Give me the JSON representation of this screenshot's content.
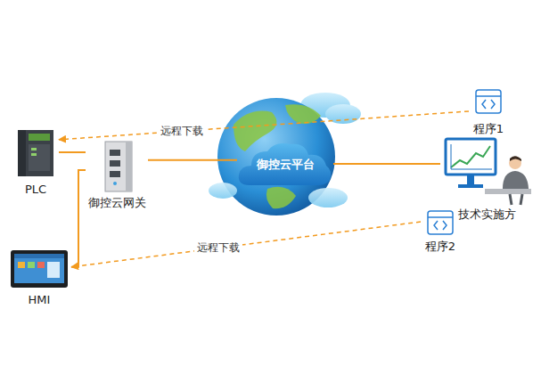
{
  "diagram": {
    "nodes": [
      {
        "text": [
          "PLC"
        ]
      },
      {
        "text": [
          "御控云网关"
        ]
      },
      {
        "text": [
          "HMI"
        ]
      },
      {
        "text": [
          "御控云平台"
        ]
      },
      {
        "text": [
          "程序1"
        ]
      },
      {
        "text": [
          "技术实施方"
        ]
      },
      {
        "text": [
          "程序2"
        ]
      }
    ],
    "edges": [
      {
        "from": 4,
        "to": 0,
        "arrow": "to",
        "label": "远程下载"
      },
      {
        "from": 6,
        "to": 2,
        "arrow": "to",
        "label": "远程下载"
      },
      {
        "from": 1,
        "to": 0,
        "arrow": "none"
      },
      {
        "from": 1,
        "to": 3,
        "arrow": "none"
      },
      {
        "from": 3,
        "to": 5,
        "arrow": "none"
      },
      {
        "from": 1,
        "to": 2,
        "arrow": "none"
      }
    ]
  }
}
